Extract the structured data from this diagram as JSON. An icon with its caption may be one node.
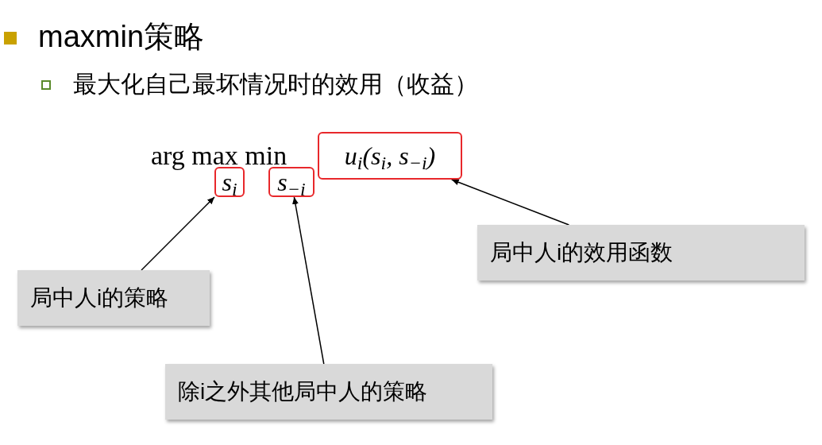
{
  "diagram": {
    "title": "maxmin策略",
    "nodes": [
      {
        "text": [
          "s$_{i}$"
        ]
      },
      {
        "text": [
          "s$_{−i}$"
        ]
      },
      {
        "text": [
          "u$_{i}$(s$_{i}$, s$_{−i}$)"
        ]
      },
      {
        "text": [
          "局中人i的策略"
        ]
      },
      {
        "text": [
          "除i之外其他局中人的策略"
        ]
      },
      {
        "text": [
          "局中人i的效用函数"
        ]
      }
    ],
    "edges": [
      {
        "from": 3,
        "to": 0,
        "arrow": "to"
      },
      {
        "from": 4,
        "to": 1,
        "arrow": "to"
      },
      {
        "from": 5,
        "to": 2,
        "arrow": "to"
      }
    ],
    "labels": [
      "最大化自己最坏情况时的效用（收益）",
      "arg max min"
    ]
  }
}
